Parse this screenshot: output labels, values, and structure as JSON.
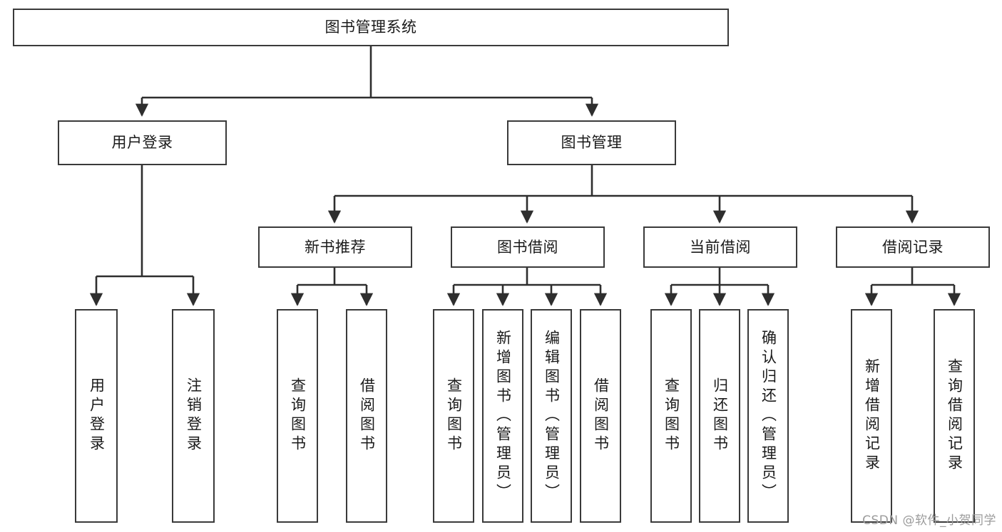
{
  "diagram": {
    "type": "tree",
    "title": "图书管理系统",
    "orientation": "top-down",
    "colors": {
      "box_border": "#3a3a3a",
      "box_fill": "#ffffff",
      "edge": "#2e2e2e",
      "text": "#1a1a1a",
      "watermark": "#9b9b9b",
      "background": "#ffffff"
    }
  },
  "watermark": {
    "text": "CSDN @软件_小贺同学"
  },
  "nodes": {
    "root": {
      "label": "图书管理系统"
    },
    "level2": [
      {
        "label": "用户登录"
      },
      {
        "label": "图书管理"
      }
    ],
    "level3": [
      {
        "label": "新书推荐"
      },
      {
        "label": "图书借阅"
      },
      {
        "label": "当前借阅"
      },
      {
        "label": "借阅记录"
      }
    ],
    "leaves": {
      "user_login": [
        {
          "label": "用户登录"
        },
        {
          "label": "注销登录"
        }
      ],
      "new_book": [
        {
          "label": "查询图书"
        },
        {
          "label": "借阅图书"
        }
      ],
      "book_borrow": [
        {
          "label": "查询图书"
        },
        {
          "label": "新增图书（管理员）"
        },
        {
          "label": "编辑图书（管理员）"
        },
        {
          "label": "借阅图书"
        }
      ],
      "current_borrow": [
        {
          "label": "查询图书"
        },
        {
          "label": "归还图书"
        },
        {
          "label": "确认归还（管理员）"
        }
      ],
      "borrow_record": [
        {
          "label": "新增借阅记录"
        },
        {
          "label": "查询借阅记录"
        }
      ]
    }
  }
}
